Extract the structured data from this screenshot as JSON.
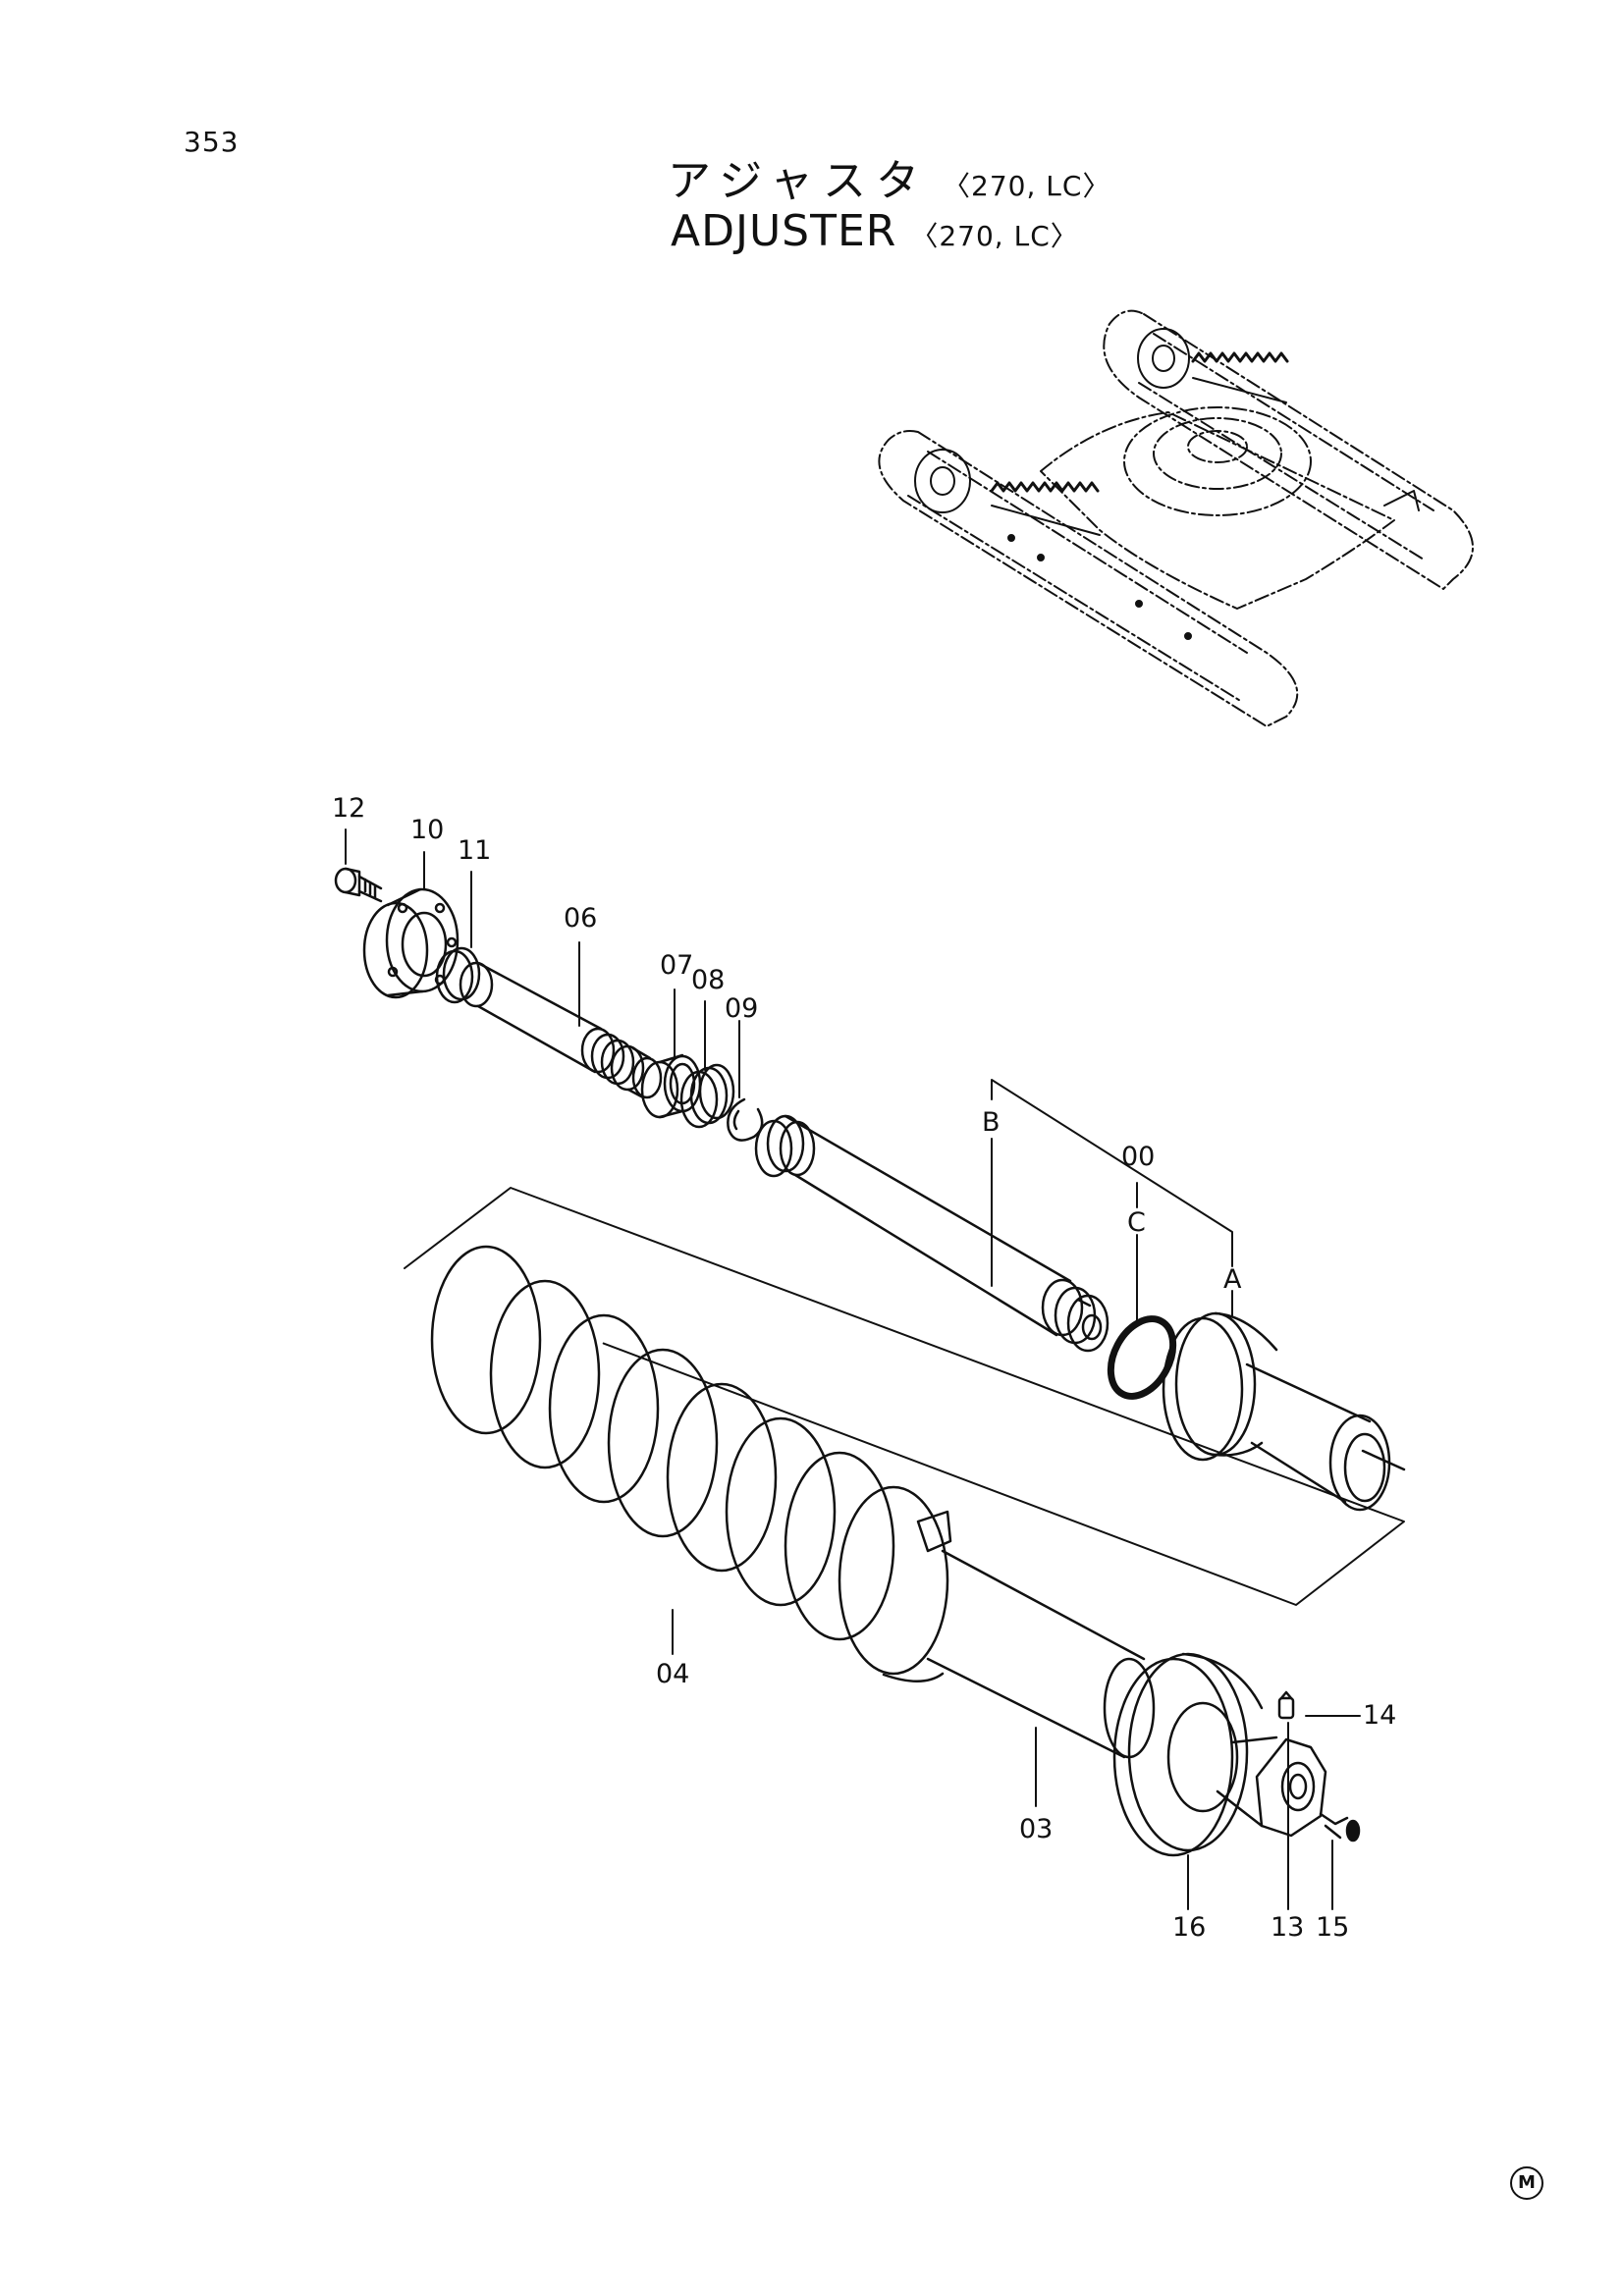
{
  "page": {
    "number": "353",
    "mark": "M"
  },
  "title": {
    "jp": "アジャスタ",
    "en": "ADJUSTER",
    "variant": "〈270, LC〉"
  },
  "callouts": {
    "c00": "00",
    "c03": "03",
    "c04": "04",
    "c06": "06",
    "c07": "07",
    "c08": "08",
    "c09": "09",
    "c10": "10",
    "c11": "11",
    "c12": "12",
    "c13": "13",
    "c14": "14",
    "c15": "15",
    "c16": "16",
    "cA": "A",
    "cB": "B",
    "cC": "C"
  },
  "icons": [
    "undercarriage-illustration",
    "bolt-icon",
    "flange-icon",
    "piston-rod-icon",
    "spring-icon",
    "cylinder-icon",
    "o-ring-icon",
    "grease-fitting-icon",
    "nut-icon"
  ]
}
